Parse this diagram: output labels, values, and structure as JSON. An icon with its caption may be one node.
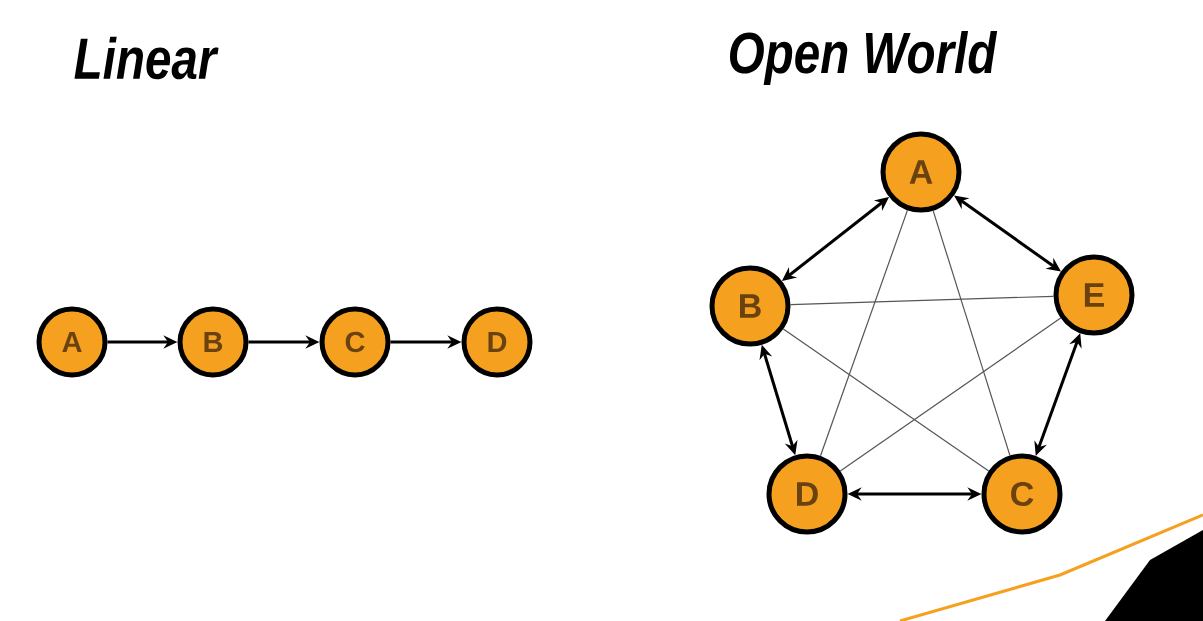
{
  "diagram": {
    "nodes": [
      {
        "text": [
          "A"
        ]
      },
      {
        "text": [
          "B"
        ]
      },
      {
        "text": [
          "C"
        ]
      },
      {
        "text": [
          "D"
        ]
      },
      {
        "text": [
          "A"
        ]
      },
      {
        "text": [
          "B"
        ]
      },
      {
        "text": [
          "E"
        ]
      },
      {
        "text": [
          "D"
        ]
      },
      {
        "text": [
          "C"
        ]
      }
    ],
    "edges": [
      {
        "from": 0,
        "to": 1,
        "arrow": "to"
      },
      {
        "from": 1,
        "to": 2,
        "arrow": "to"
      },
      {
        "from": 2,
        "to": 3,
        "arrow": "to"
      },
      {
        "from": 4,
        "to": 5,
        "arrow": "both"
      },
      {
        "from": 4,
        "to": 6,
        "arrow": "both"
      },
      {
        "from": 6,
        "to": 8,
        "arrow": "both"
      },
      {
        "from": 8,
        "to": 7,
        "arrow": "both"
      },
      {
        "from": 7,
        "to": 5,
        "arrow": "both"
      },
      {
        "from": 4,
        "to": 7,
        "arrow": "none",
        "color": "#555555"
      },
      {
        "from": 4,
        "to": 8,
        "arrow": "none",
        "color": "#555555"
      },
      {
        "from": 5,
        "to": 6,
        "arrow": "none",
        "color": "#555555"
      },
      {
        "from": 5,
        "to": 8,
        "arrow": "none",
        "color": "#555555"
      },
      {
        "from": 6,
        "to": 7,
        "arrow": "none",
        "color": "#555555"
      }
    ],
    "labels": [
      "Linear",
      "Open World"
    ]
  }
}
